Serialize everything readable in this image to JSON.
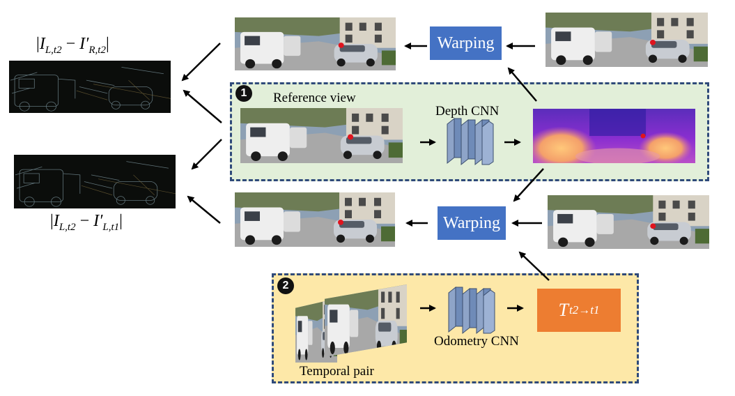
{
  "loss_top": {
    "prefix": "|",
    "I1": "I",
    "sub1": "L,t2",
    "minus": " − ",
    "I2": "I′",
    "sub2": "R,t2",
    "suffix": "|"
  },
  "loss_bottom": {
    "prefix": "|",
    "I1": "I",
    "sub1": "L,t2",
    "minus": " − ",
    "I2": "I′",
    "sub2": "L,t1",
    "suffix": "|"
  },
  "panel1": {
    "badge": "1",
    "reference_label": "Reference view",
    "cnn_label": "Depth CNN"
  },
  "panel2": {
    "badge": "2",
    "pair_label": "Temporal pair",
    "cnn_label": "Odometry CNN",
    "pose": "T",
    "pose_sub": "t2→t1"
  },
  "warp_top": "Warping",
  "warp_bottom": "Warping",
  "colors": {
    "warp_blue": "#4472c4",
    "pose_orange": "#ed7d31",
    "panel_green": "#e2efd9",
    "panel_yellow": "#fde8a8",
    "dash": "#2f4a7a",
    "marker_red": "#e0141e"
  }
}
